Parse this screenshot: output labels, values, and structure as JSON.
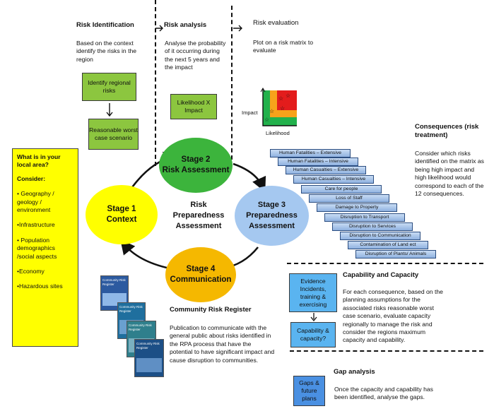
{
  "columns": {
    "risk_identification": {
      "heading": "Risk Identification",
      "text": "Based on the context identify the risks in the region",
      "box1": "Identify regional risks",
      "box2": "Reasonable worst case scenario"
    },
    "risk_analysis": {
      "heading": "Risk analysis",
      "text": "Analyse the probability of it occurring during the next 5 years and the impact",
      "box": "Likelihood X Impact"
    },
    "risk_evaluation": {
      "heading": "Risk evaluation",
      "text": "Plot on a risk matrix to evaluate",
      "matrix_y_label": "Impact",
      "matrix_x_label": "Likelihood"
    }
  },
  "local_area": {
    "title": "What is in your local area?",
    "consider": "Consider:",
    "items": [
      "• Geography / geology / environment",
      "•Infrastructure",
      "• Population demographics /social aspects",
      "•Economy",
      "•Hazardous sites"
    ]
  },
  "cycle": {
    "center": "Risk Preparedness Assessment",
    "stage1": {
      "line1": "Stage 1",
      "line2": "Context"
    },
    "stage2": {
      "line1": "Stage 2",
      "line2": "Risk Assessment"
    },
    "stage3": {
      "line1": "Stage 3",
      "line2": "Preparedness Assessment"
    },
    "stage4": {
      "line1": "Stage 4",
      "line2": "Communication"
    }
  },
  "consequences": {
    "heading": "Consequences (risk treatment)",
    "text": "Consider which risks identified on the matrix as being high impact and high likelihood would correspond to each of the 12 consequences.",
    "items": [
      "Human Fatalities – Extensive",
      "Human Fatalities – Intensive",
      "Human Casualties – Extensive",
      "Human Casualties – Intensive",
      "Care for people",
      "Loss of Staff",
      "Damage to Property",
      "Disruption to Transport",
      "Disruption to Services",
      "Disruption to Communication",
      "Contamination of Land ect",
      "Disruption of Plants/ Animals"
    ]
  },
  "capability": {
    "evidence_box": "Evidence Incidents, training & exercising",
    "cap_box": "Capability & capacity?",
    "heading": "Capability and Capacity",
    "text": "For each consequence, based on the planning assumptions for the associated risks reasonable worst case scenario, evaluate capacity regionally to manage the risk and consider the regions maximum capacity and capability."
  },
  "gap": {
    "box": "Gaps & future plans",
    "heading": "Gap analysis",
    "text": "Once the capacity and capability has been identified, analyse the gaps."
  },
  "community": {
    "heading": "Community Risk Register",
    "text": "Publication to communicate with the general public about risks identified in the RPA process that have the potential to have significant impact and cause disruption to communities.",
    "cover_title": "Community Risk Register"
  },
  "colors": {
    "green_box": "#8cc63f",
    "stage1": "#ffff00",
    "stage2": "#3cb43c",
    "stage3": "#a5c8f0",
    "stage4": "#f5b800",
    "local_area_bg": "#ffff00",
    "evidence_box": "#5ab4f0",
    "gap_box": "#4a90e2"
  }
}
